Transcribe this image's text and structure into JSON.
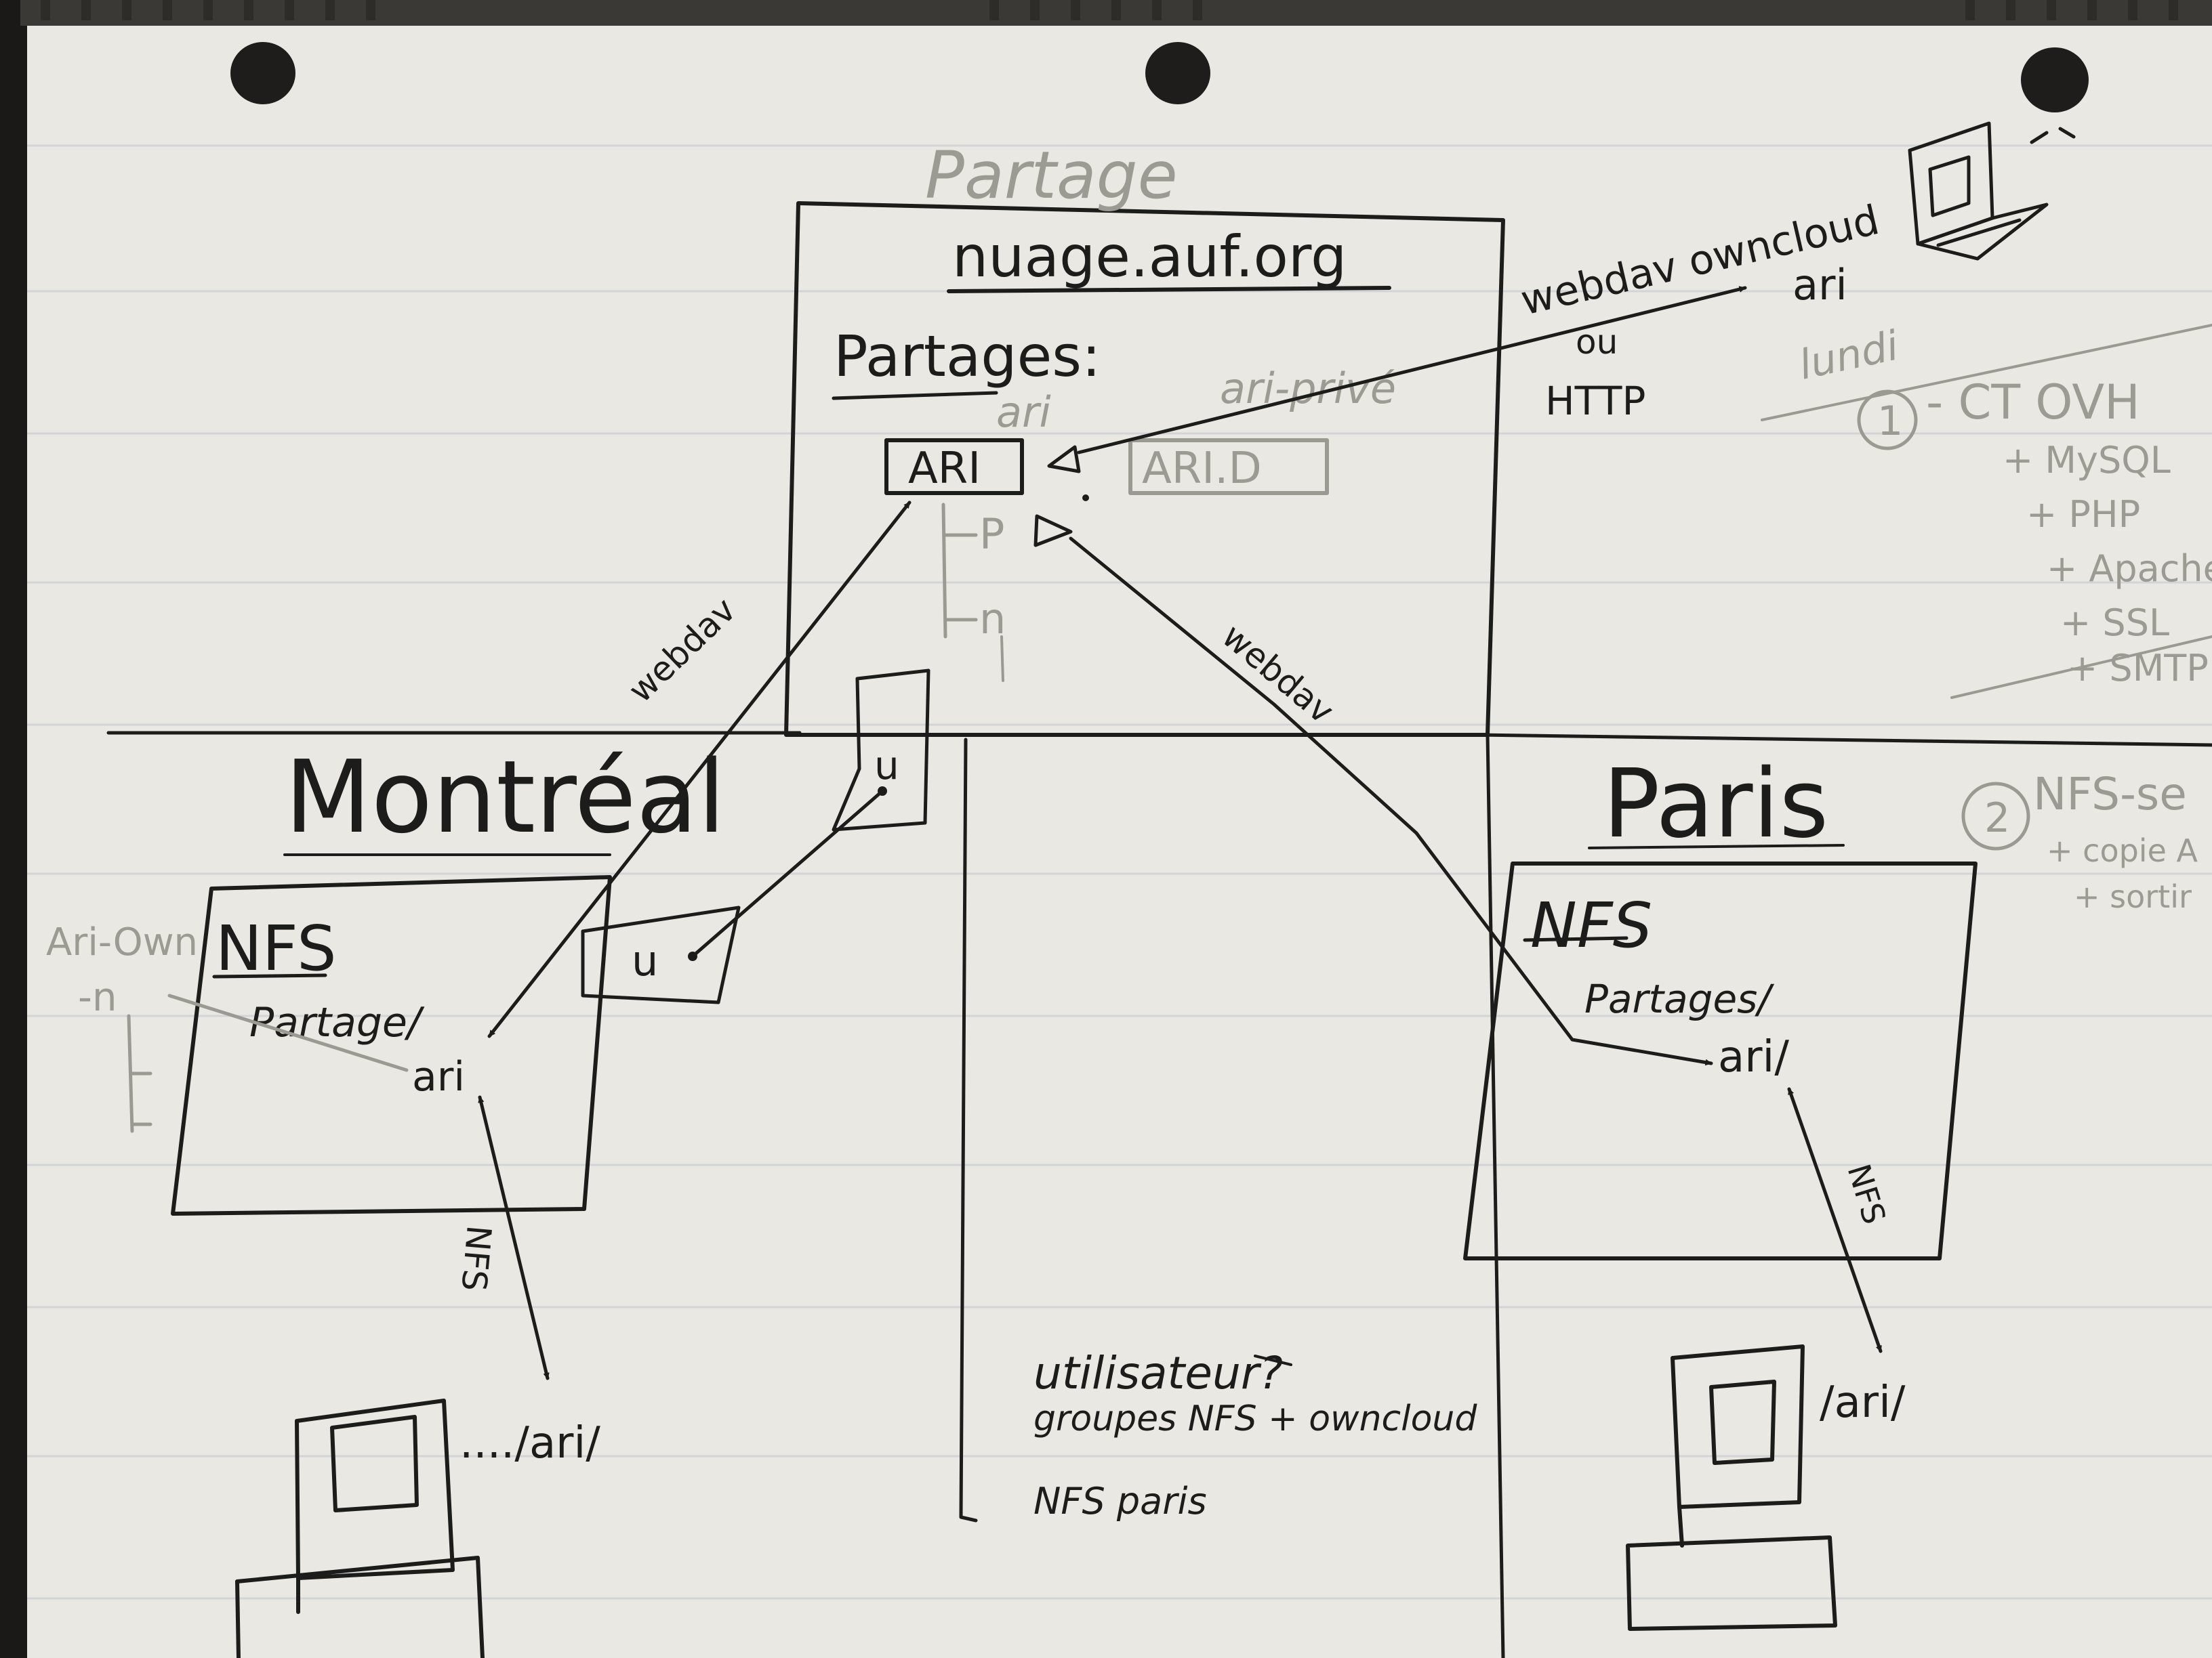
{
  "colors": {
    "paper": "#e9e8e2",
    "ink": "#1c1c1a",
    "pencil": "#9a9a92",
    "rule": "#d2d3d6",
    "background": "#2a2926"
  },
  "cloud": {
    "pencil_title": "Partage",
    "title": "nuage.auf.org",
    "shares_label": "Partages:",
    "share_ari_pencil": "ari",
    "share_ari_prive_pencil": "ari-privé",
    "share_ari_box": "ARI",
    "share_arid_box": "ARI.D",
    "sub_p": "P",
    "sub_n": "n",
    "user_doc": "u"
  },
  "laptop": {
    "protocol": "webdav owncloud",
    "or": "ou",
    "http": "HTTP",
    "user": "ari"
  },
  "montreal": {
    "city": "Montréal",
    "nfs": "NFS",
    "path_share": "Partage/",
    "path_user": "ari",
    "side_note": "Ari-Own",
    "side_n": "-n",
    "link_webdav": "webdav",
    "link_nfs": "NFS",
    "client_path": "..../ari/",
    "user_doc": "u"
  },
  "paris": {
    "city": "Paris",
    "nfs": "NFS",
    "path_share": "Partages/",
    "path_user": "ari/",
    "link_webdav": "webdav",
    "link_nfs": "NFS",
    "client_path": "/ari/"
  },
  "notes": {
    "question": "utilisateur?",
    "line2": "groupes NFS + owncloud",
    "line3": "NFS paris"
  },
  "todo": {
    "day": "lundi",
    "item1_number": "1",
    "item1_title": "- CT OVH",
    "item1_sub": [
      "+ MySQL",
      "+ PHP",
      "+ Apache",
      "+ SSL",
      "+ SMTP"
    ],
    "item2_number": "2",
    "item2_title": "NFS-se",
    "item2_sub": [
      "+ copie A",
      "+ sortir"
    ]
  }
}
